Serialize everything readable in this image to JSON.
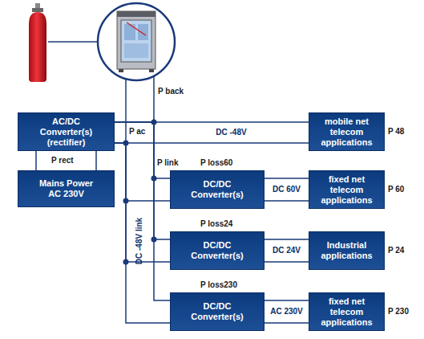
{
  "diagram": {
    "nodes": [
      {
        "text": [
          "AC/DC Converter(s) (rectifier)"
        ]
      },
      {
        "text": [
          "Mains Power AC 230V"
        ]
      },
      {
        "text": [
          "mobile net telecom applications"
        ]
      },
      {
        "text": [
          "DC/DC Converter(s)"
        ]
      },
      {
        "text": [
          "fixed net telecom applications"
        ]
      },
      {
        "text": [
          "DC/DC Converter(s)"
        ]
      },
      {
        "text": [
          "Industrial applications"
        ]
      },
      {
        "text": [
          "DC/DC Converter(s)"
        ]
      },
      {
        "text": [
          "fixed net telecom applications"
        ]
      }
    ],
    "edges": [
      {
        "from": 1,
        "to": 0,
        "arrow": "none"
      },
      {
        "from": 0,
        "to": 2,
        "arrow": "none",
        "label": "DC -48V"
      },
      {
        "from": 0,
        "to": 3,
        "arrow": "none"
      },
      {
        "from": 0,
        "to": 5,
        "arrow": "none"
      },
      {
        "from": 0,
        "to": 7,
        "arrow": "none"
      },
      {
        "from": 3,
        "to": 4,
        "arrow": "none",
        "label": "DC 60V"
      },
      {
        "from": 5,
        "to": 6,
        "arrow": "none",
        "label": "DC 24V"
      },
      {
        "from": 7,
        "to": 8,
        "arrow": "none",
        "label": "AC 230V"
      }
    ],
    "labels": [
      "P back",
      "P ac",
      "P rect",
      "P link",
      "DC -48V link",
      "P loss60",
      "P loss24",
      "P loss230",
      "P 48",
      "P 60",
      "P 24",
      "P 230"
    ]
  }
}
